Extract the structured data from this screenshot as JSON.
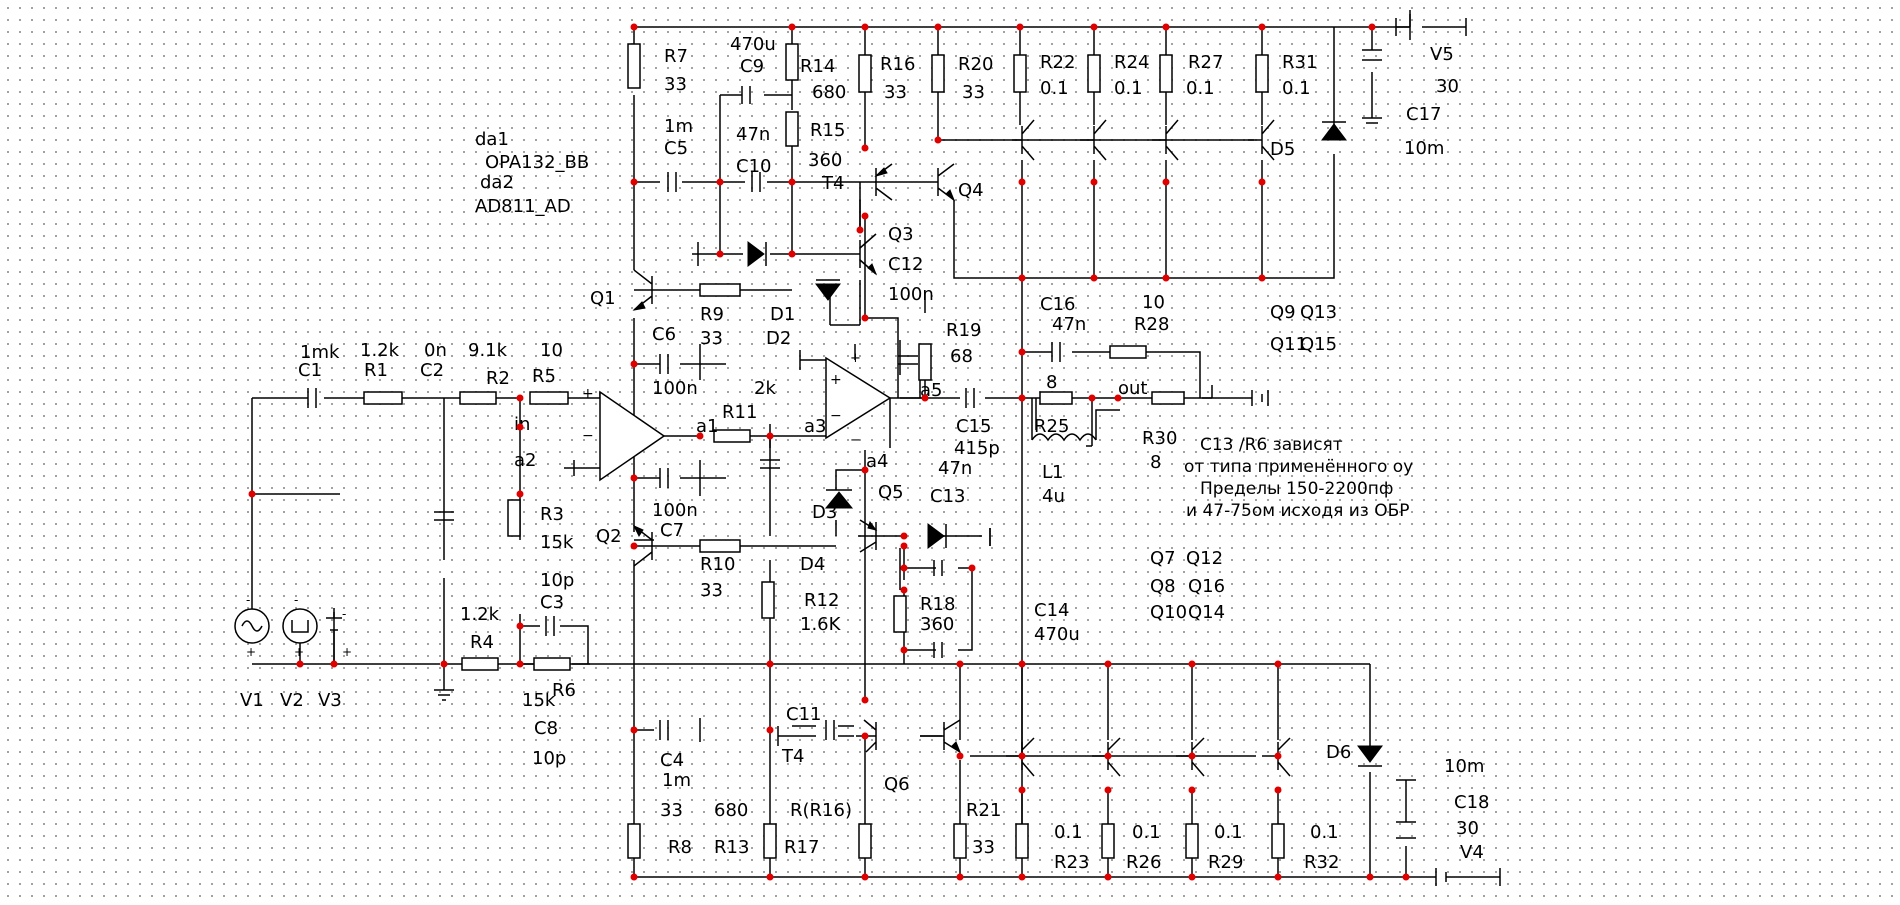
{
  "labels": [
    {
      "id": "r7",
      "text": "R7"
    },
    {
      "id": "r7v",
      "text": "33"
    },
    {
      "id": "c9v",
      "text": "470u"
    },
    {
      "id": "c9",
      "text": "C9"
    },
    {
      "id": "r14",
      "text": "R14"
    },
    {
      "id": "r14v",
      "text": "680"
    },
    {
      "id": "r16",
      "text": "R16"
    },
    {
      "id": "r16v",
      "text": "33"
    },
    {
      "id": "r20",
      "text": "R20"
    },
    {
      "id": "r20v",
      "text": "33"
    },
    {
      "id": "r22",
      "text": "R22"
    },
    {
      "id": "r22v",
      "text": "0.1"
    },
    {
      "id": "r24",
      "text": "R24"
    },
    {
      "id": "r24v",
      "text": "0.1"
    },
    {
      "id": "r27",
      "text": "R27"
    },
    {
      "id": "r27v",
      "text": "0.1"
    },
    {
      "id": "r31",
      "text": "R31"
    },
    {
      "id": "r31v",
      "text": "0.1"
    },
    {
      "id": "v5",
      "text": "V5"
    },
    {
      "id": "v5v",
      "text": "30"
    },
    {
      "id": "c17",
      "text": "C17"
    },
    {
      "id": "c17v",
      "text": "10m"
    },
    {
      "id": "c5v",
      "text": "1m"
    },
    {
      "id": "c5",
      "text": "C5"
    },
    {
      "id": "c10v",
      "text": "47n"
    },
    {
      "id": "c10",
      "text": "C10"
    },
    {
      "id": "r15",
      "text": "R15"
    },
    {
      "id": "r15v",
      "text": "360"
    },
    {
      "id": "da1",
      "text": "da1"
    },
    {
      "id": "da1m",
      "text": "OPA132_BB"
    },
    {
      "id": "da2",
      "text": "da2"
    },
    {
      "id": "da2m",
      "text": "AD811_AD"
    },
    {
      "id": "t4a",
      "text": "T4"
    },
    {
      "id": "q4",
      "text": "Q4"
    },
    {
      "id": "d5",
      "text": "D5"
    },
    {
      "id": "q3",
      "text": "Q3"
    },
    {
      "id": "c12",
      "text": "C12"
    },
    {
      "id": "c12v",
      "text": "100n"
    },
    {
      "id": "q1",
      "text": "Q1"
    },
    {
      "id": "r9",
      "text": "R9"
    },
    {
      "id": "r9v",
      "text": "33"
    },
    {
      "id": "d1",
      "text": "D1"
    },
    {
      "id": "d2",
      "text": "D2"
    },
    {
      "id": "c16",
      "text": "C16"
    },
    {
      "id": "c16v",
      "text": "47n"
    },
    {
      "id": "r28v",
      "text": "10"
    },
    {
      "id": "r28",
      "text": "R28"
    },
    {
      "id": "q9",
      "text": "Q9"
    },
    {
      "id": "q13",
      "text": "Q13"
    },
    {
      "id": "q11",
      "text": "Q11"
    },
    {
      "id": "q15",
      "text": "Q15"
    },
    {
      "id": "r19",
      "text": "R19"
    },
    {
      "id": "r19v",
      "text": "68"
    },
    {
      "id": "c1v",
      "text": "1mk"
    },
    {
      "id": "c1",
      "text": "C1"
    },
    {
      "id": "r1v",
      "text": "1.2k"
    },
    {
      "id": "r1",
      "text": "R1"
    },
    {
      "id": "c2v",
      "text": "0n"
    },
    {
      "id": "c2",
      "text": "C2"
    },
    {
      "id": "r2v",
      "text": "9.1k"
    },
    {
      "id": "r2",
      "text": "R2"
    },
    {
      "id": "r5v",
      "text": "10"
    },
    {
      "id": "r5",
      "text": "R5"
    },
    {
      "id": "c6",
      "text": "C6"
    },
    {
      "id": "c6v",
      "text": "100n"
    },
    {
      "id": "r11v",
      "text": "2k"
    },
    {
      "id": "r11",
      "text": "R11"
    },
    {
      "id": "in",
      "text": "in"
    },
    {
      "id": "a1",
      "text": "a1"
    },
    {
      "id": "a2",
      "text": "a2"
    },
    {
      "id": "a3",
      "text": "a3"
    },
    {
      "id": "a4",
      "text": "a4"
    },
    {
      "id": "a5",
      "text": "a5"
    },
    {
      "id": "c15",
      "text": "C15"
    },
    {
      "id": "c15v",
      "text": "415p"
    },
    {
      "id": "r25v",
      "text": "8"
    },
    {
      "id": "r25",
      "text": "R25"
    },
    {
      "id": "out",
      "text": "out"
    },
    {
      "id": "r30",
      "text": "R30"
    },
    {
      "id": "r30v",
      "text": "8"
    },
    {
      "id": "l1",
      "text": "L1"
    },
    {
      "id": "l1v",
      "text": "4u"
    },
    {
      "id": "c13v",
      "text": "47n"
    },
    {
      "id": "c13",
      "text": "C13"
    },
    {
      "id": "c7v",
      "text": "100n"
    },
    {
      "id": "c7",
      "text": "C7"
    },
    {
      "id": "q2",
      "text": "Q2"
    },
    {
      "id": "r3",
      "text": "R3"
    },
    {
      "id": "r3v",
      "text": "15k"
    },
    {
      "id": "d3",
      "text": "D3"
    },
    {
      "id": "q5",
      "text": "Q5"
    },
    {
      "id": "r10",
      "text": "R10"
    },
    {
      "id": "r10v",
      "text": "33"
    },
    {
      "id": "d4",
      "text": "D4"
    },
    {
      "id": "c3v",
      "text": "10p"
    },
    {
      "id": "c3",
      "text": "C3"
    },
    {
      "id": "r12",
      "text": "R12"
    },
    {
      "id": "r12v",
      "text": "1.6K"
    },
    {
      "id": "r18",
      "text": "R18"
    },
    {
      "id": "r18v",
      "text": "360"
    },
    {
      "id": "c14",
      "text": "C14"
    },
    {
      "id": "c14v",
      "text": "470u"
    },
    {
      "id": "q7",
      "text": "Q7"
    },
    {
      "id": "q12",
      "text": "Q12"
    },
    {
      "id": "q8",
      "text": "Q8"
    },
    {
      "id": "q16",
      "text": "Q16"
    },
    {
      "id": "q10",
      "text": "Q10"
    },
    {
      "id": "q14",
      "text": "Q14"
    },
    {
      "id": "r4v",
      "text": "1.2k"
    },
    {
      "id": "r4",
      "text": "R4"
    },
    {
      "id": "r6v",
      "text": "15k"
    },
    {
      "id": "r6",
      "text": "R6"
    },
    {
      "id": "c8",
      "text": "C8"
    },
    {
      "id": "c8v",
      "text": "10p"
    },
    {
      "id": "v1",
      "text": "V1"
    },
    {
      "id": "v2",
      "text": "V2"
    },
    {
      "id": "v3",
      "text": "V3"
    },
    {
      "id": "c11",
      "text": "C11"
    },
    {
      "id": "t4b",
      "text": "T4"
    },
    {
      "id": "c4",
      "text": "C4"
    },
    {
      "id": "c4v",
      "text": "1m"
    },
    {
      "id": "r8v",
      "text": "33"
    },
    {
      "id": "r8",
      "text": "R8"
    },
    {
      "id": "r13v",
      "text": "680"
    },
    {
      "id": "r13",
      "text": "R13"
    },
    {
      "id": "r17v",
      "text": "R(R16)"
    },
    {
      "id": "r17",
      "text": "R17"
    },
    {
      "id": "q6",
      "text": "Q6"
    },
    {
      "id": "r21",
      "text": "R21"
    },
    {
      "id": "r21v",
      "text": "33"
    },
    {
      "id": "r23v",
      "text": "0.1"
    },
    {
      "id": "r23",
      "text": "R23"
    },
    {
      "id": "r26v",
      "text": "0.1"
    },
    {
      "id": "r26",
      "text": "R26"
    },
    {
      "id": "r29v",
      "text": "0.1"
    },
    {
      "id": "r29",
      "text": "R29"
    },
    {
      "id": "r32v",
      "text": "0.1"
    },
    {
      "id": "r32",
      "text": "R32"
    },
    {
      "id": "d6",
      "text": "D6"
    },
    {
      "id": "c18v",
      "text": "10m"
    },
    {
      "id": "c18",
      "text": "C18"
    },
    {
      "id": "v4v",
      "text": "30"
    },
    {
      "id": "v4",
      "text": "V4"
    }
  ],
  "notes": {
    "line1": "C13 /R6 зависят",
    "line2": "от типа  применённого оу",
    "line3": "Пределы 150-2200пф",
    "line4": "и 47-75ом исходя из ОБР"
  }
}
